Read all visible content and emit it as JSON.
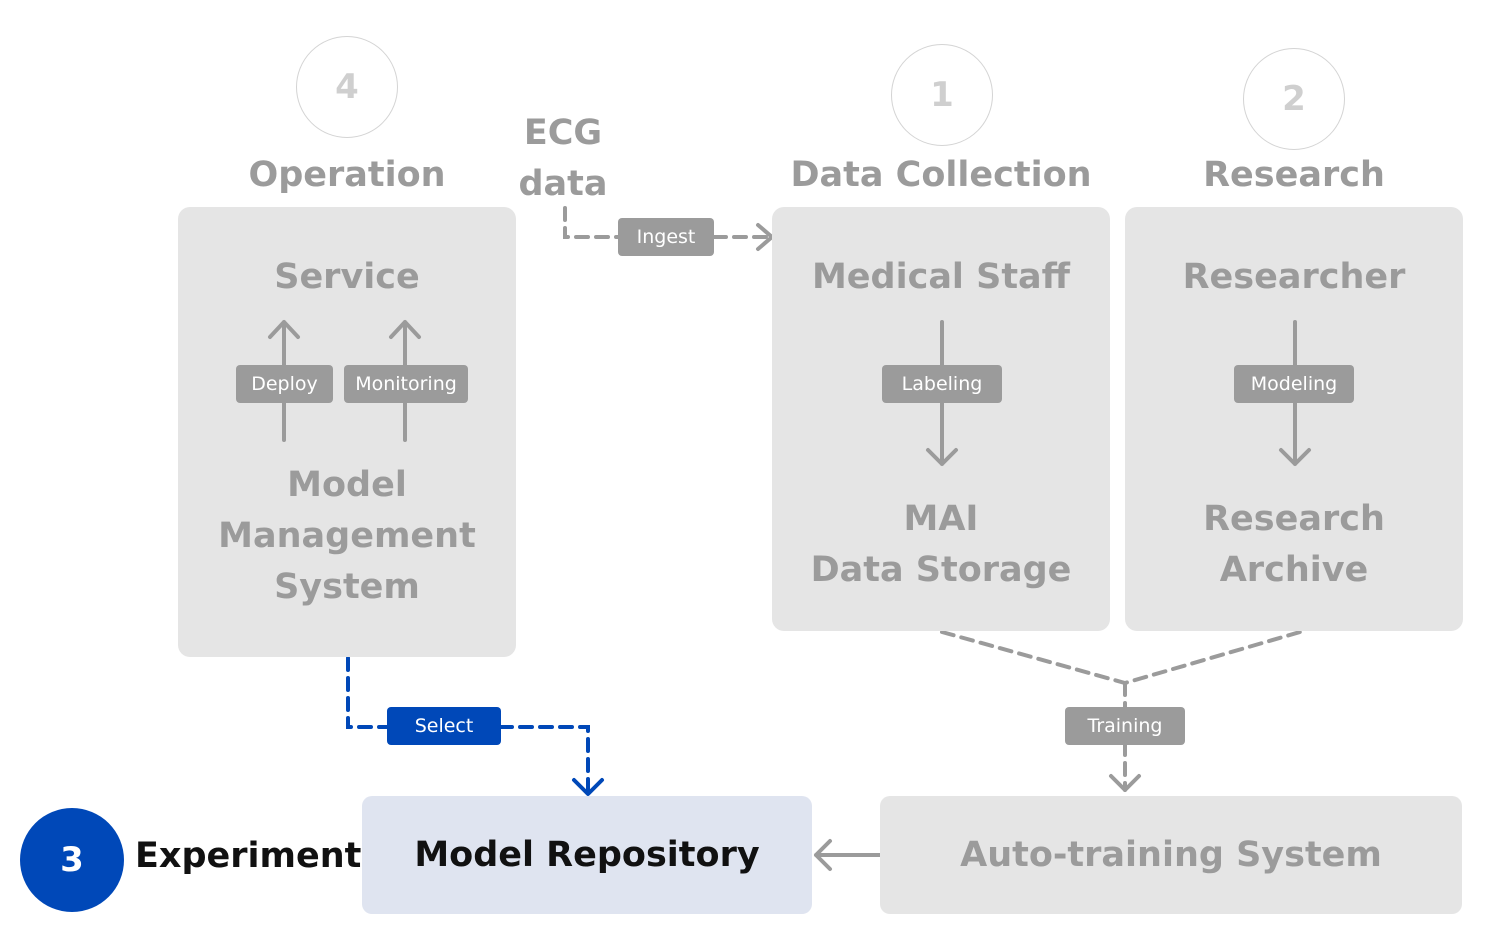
{
  "stages": {
    "operation": {
      "number": "4",
      "title": "Operation"
    },
    "data_collection": {
      "number": "1",
      "title": "Data Collection"
    },
    "research": {
      "number": "2",
      "title": "Research"
    },
    "experiment": {
      "number": "3",
      "title": "Experiment"
    }
  },
  "ecg_input": {
    "line1": "ECG",
    "line2": "data"
  },
  "operation_panel": {
    "top": "Service",
    "bottom_line1": "Model",
    "bottom_line2": "Management",
    "bottom_line3": "System",
    "tags": {
      "deploy": "Deploy",
      "monitoring": "Monitoring"
    }
  },
  "data_collection_panel": {
    "top": "Medical Staff",
    "bottom_line1": "MAI",
    "bottom_line2": "Data Storage",
    "tag": "Labeling"
  },
  "research_panel": {
    "top": "Researcher",
    "bottom_line1": "Research",
    "bottom_line2": "Archive",
    "tag": "Modeling"
  },
  "flow_tags": {
    "ingest": "Ingest",
    "select": "Select",
    "training": "Training"
  },
  "bottom": {
    "model_repository": "Model Repository",
    "auto_training": "Auto-training System"
  },
  "colors": {
    "accent_blue": "#0048b8",
    "inactive_gray": "#9b9b9b",
    "panel_gray": "#e5e5e5",
    "repository_bg": "#dfe4f0"
  }
}
